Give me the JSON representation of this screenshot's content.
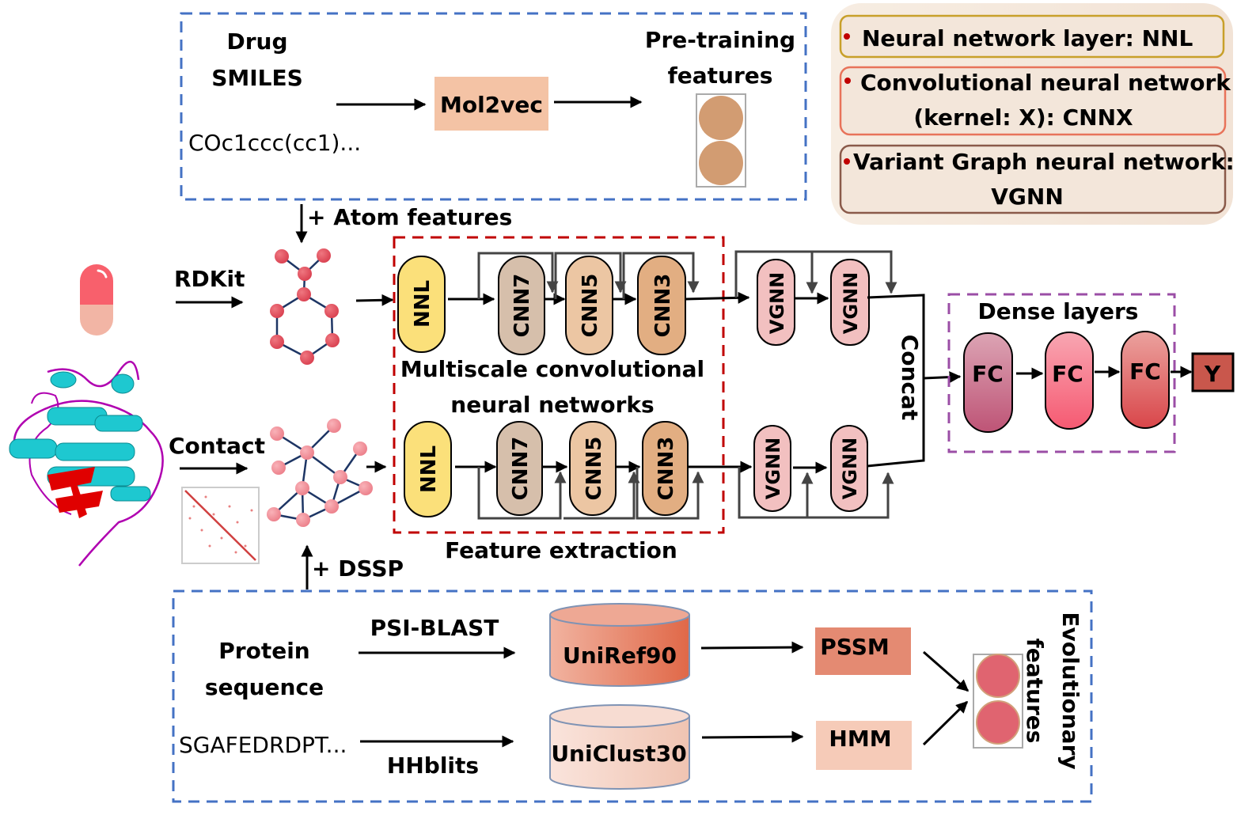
{
  "drug_box": {
    "title_line1": "Drug",
    "title_line2": "SMILES",
    "smiles": "COc1ccc(cc1)...",
    "encoder": "Mol2vec",
    "output_line1": "Pre-training",
    "output_line2": "features"
  },
  "legend": {
    "items": [
      {
        "line1": "Neural network layer: NNL",
        "line2": "",
        "border": "#c8a02a"
      },
      {
        "line1": "Convolutional neural network",
        "line2": "(kernel: X): CNNX",
        "border": "#e8735a"
      },
      {
        "line1": "Variant Graph neural network:",
        "line2": "VGNN",
        "border": "#8a5a4a"
      }
    ],
    "bullet_color": "#c00000"
  },
  "labels": {
    "atom_features": "+ Atom features",
    "rdkit": "RDKit",
    "contact": "Contact",
    "dssp": "+ DSSP",
    "multiscale_line1": "Multiscale convolutional",
    "multiscale_line2": "neural networks",
    "feature_extraction": "Feature extraction",
    "concat": "Concat",
    "dense_layers": "Dense layers",
    "output": "Y"
  },
  "drug_branch": {
    "nnl": "NNL",
    "cnns": [
      "CNN7",
      "CNN5",
      "CNN3"
    ],
    "vgnns": [
      "VGNN",
      "VGNN"
    ]
  },
  "protein_branch": {
    "nnl": "NNL",
    "cnns": [
      "CNN7",
      "CNN5",
      "CNN3"
    ],
    "vgnns": [
      "VGNN",
      "VGNN"
    ]
  },
  "dense": {
    "layers": [
      "FC",
      "FC",
      "FC"
    ]
  },
  "protein_box": {
    "title_line1": "Protein",
    "title_line2": "sequence",
    "sequence": "SGAFEDRDPT...",
    "tool_top": "PSI-BLAST",
    "tool_bottom": "HHblits",
    "db_top": "UniRef90",
    "db_bottom": "UniClust30",
    "feat_top": "PSSM",
    "feat_bottom": "HMM",
    "output_line1": "Evolutionary",
    "output_line2": "features"
  },
  "colors": {
    "blue_dash": "#4472c4",
    "red_dash": "#c00000",
    "purple_dash": "#9b4ea6",
    "nnl": "#fbe07a",
    "cnn7": "#d6bfab",
    "cnn5": "#ecc6a3",
    "cnn3": "#e2ae82",
    "vgnn": "#f2c0c0",
    "mol2vec": "#f4c3a5",
    "pssm": "#e48a72",
    "hmm": "#f6cbb8",
    "y_box": "#c9574c",
    "feature_circle_drug": "#d29c72",
    "feature_circle_protein": "#e06470"
  }
}
